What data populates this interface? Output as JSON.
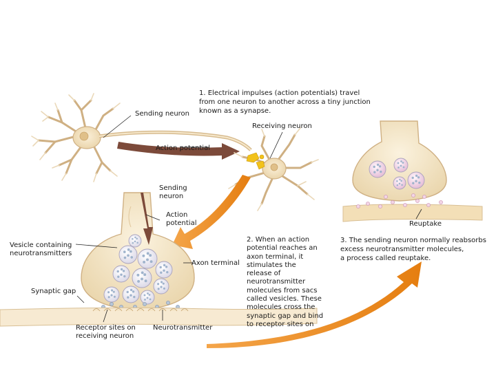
{
  "step1": {
    "lines": [
      "1. Electrical impulses (action potentials) travel",
      "from one neuron to another across a tiny junction",
      "known as a synapse."
    ]
  },
  "step2": {
    "lines": [
      "2. When an action",
      "potential reaches an",
      "axon terminal, it",
      "stimulates the",
      "release of",
      "neurotransmitter",
      "molecules from sacs",
      "called vesicles. These",
      "molecules cross the",
      "synaptic gap and bind",
      "to receptor sites on"
    ]
  },
  "step3": {
    "lines": [
      "3. The sending neuron normally reabsorbs",
      "excess neurotransmitter molecules,",
      "a process called reuptake."
    ]
  },
  "labels": {
    "sending_neuron": "Sending neuron",
    "action_potential": "Action potential",
    "receiving_neuron": "Receiving neuron",
    "sending_neuron_detail": [
      "Sending",
      "neuron"
    ],
    "action_potential_detail": [
      "Action",
      "potential"
    ],
    "vesicle": [
      "Vesicle containing",
      "neurotransmitters"
    ],
    "axon_terminal": "Axon terminal",
    "synaptic_gap": "Synaptic gap",
    "receptor_sites": [
      "Receptor sites on",
      "receiving neuron"
    ],
    "neurotransmitter": "Neurotransmitter",
    "reuptake": "Reuptake"
  },
  "colors": {
    "neuron_fill": "#f2e3c4",
    "neuron_stroke": "#c9a874",
    "arrow_orange": "#ec8a1c",
    "impulse_arrow": "#7a4a3a",
    "vesicle_fill": "#ece7ef",
    "vesicle_pink": "#e8c2da",
    "receptor_fill": "#f5e6c8",
    "neurotransmitter_blue": "#9fb3cc"
  }
}
